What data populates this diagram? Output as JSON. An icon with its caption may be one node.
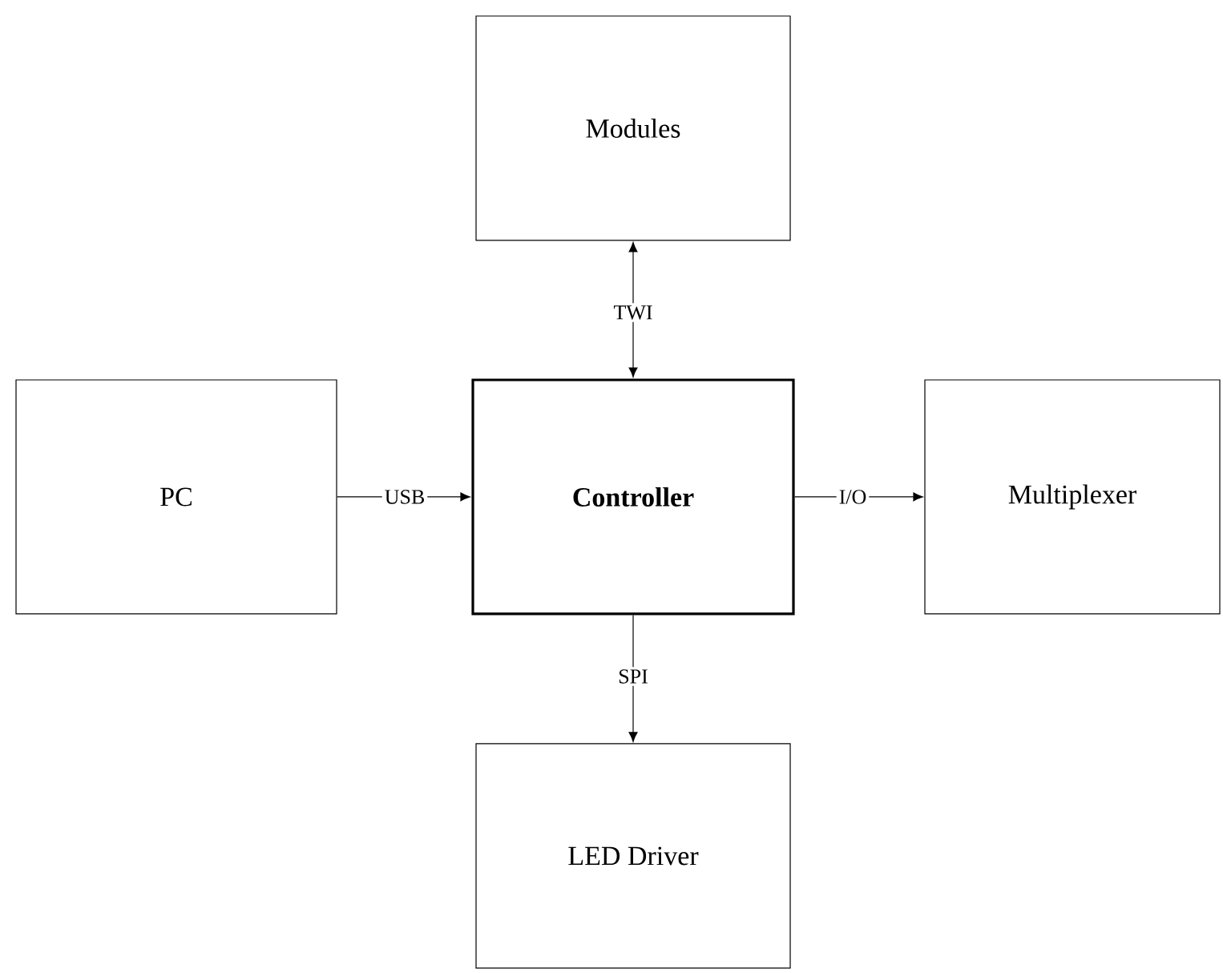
{
  "diagram": {
    "nodes": [
      {
        "text": [
          "Modules"
        ]
      },
      {
        "text": [
          "PC"
        ]
      },
      {
        "text": [
          "Controller"
        ]
      },
      {
        "text": [
          "Multiplexer"
        ]
      },
      {
        "text": [
          "LED Driver"
        ]
      }
    ],
    "edges": [
      {
        "from": 2,
        "to": 0,
        "arrow": "both",
        "label": "TWI"
      },
      {
        "from": 1,
        "to": 2,
        "arrow": "to",
        "label": "USB"
      },
      {
        "from": 2,
        "to": 3,
        "arrow": "to",
        "label": "I/O"
      },
      {
        "from": 2,
        "to": 4,
        "arrow": "to",
        "label": "SPI"
      }
    ]
  }
}
